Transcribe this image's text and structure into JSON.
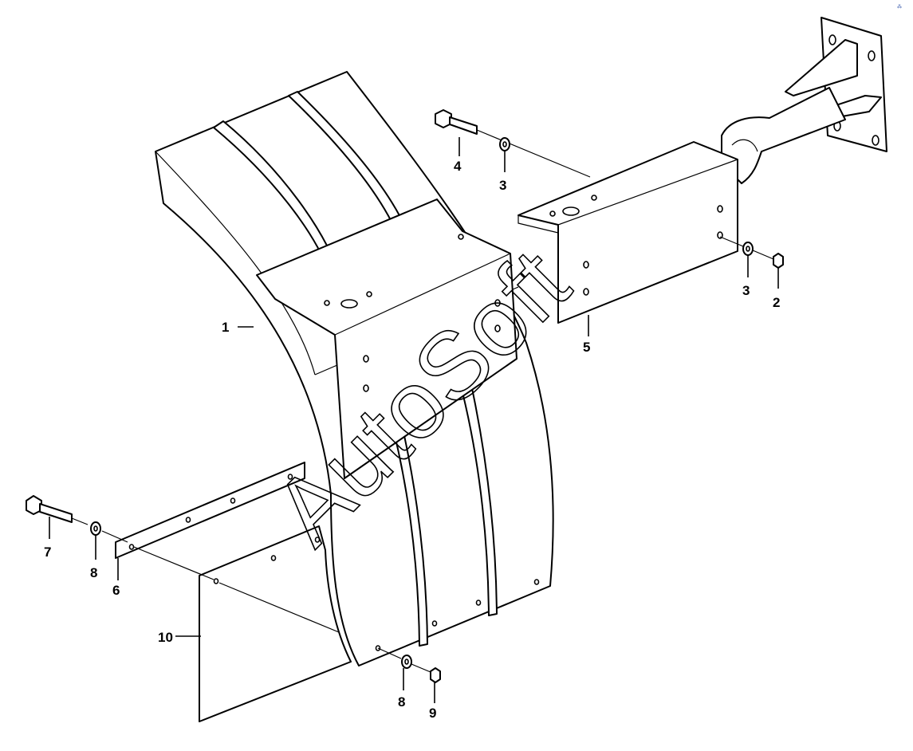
{
  "diagram": {
    "watermark": "AutoSoft",
    "callouts": [
      {
        "id": "c1",
        "label": "1"
      },
      {
        "id": "c2",
        "label": "2"
      },
      {
        "id": "c3a",
        "label": "3"
      },
      {
        "id": "c3b",
        "label": "3"
      },
      {
        "id": "c4",
        "label": "4"
      },
      {
        "id": "c5",
        "label": "5"
      },
      {
        "id": "c6",
        "label": "6"
      },
      {
        "id": "c7",
        "label": "7"
      },
      {
        "id": "c8a",
        "label": "8"
      },
      {
        "id": "c8b",
        "label": "8"
      },
      {
        "id": "c9",
        "label": "9"
      },
      {
        "id": "c10",
        "label": "10"
      }
    ]
  }
}
